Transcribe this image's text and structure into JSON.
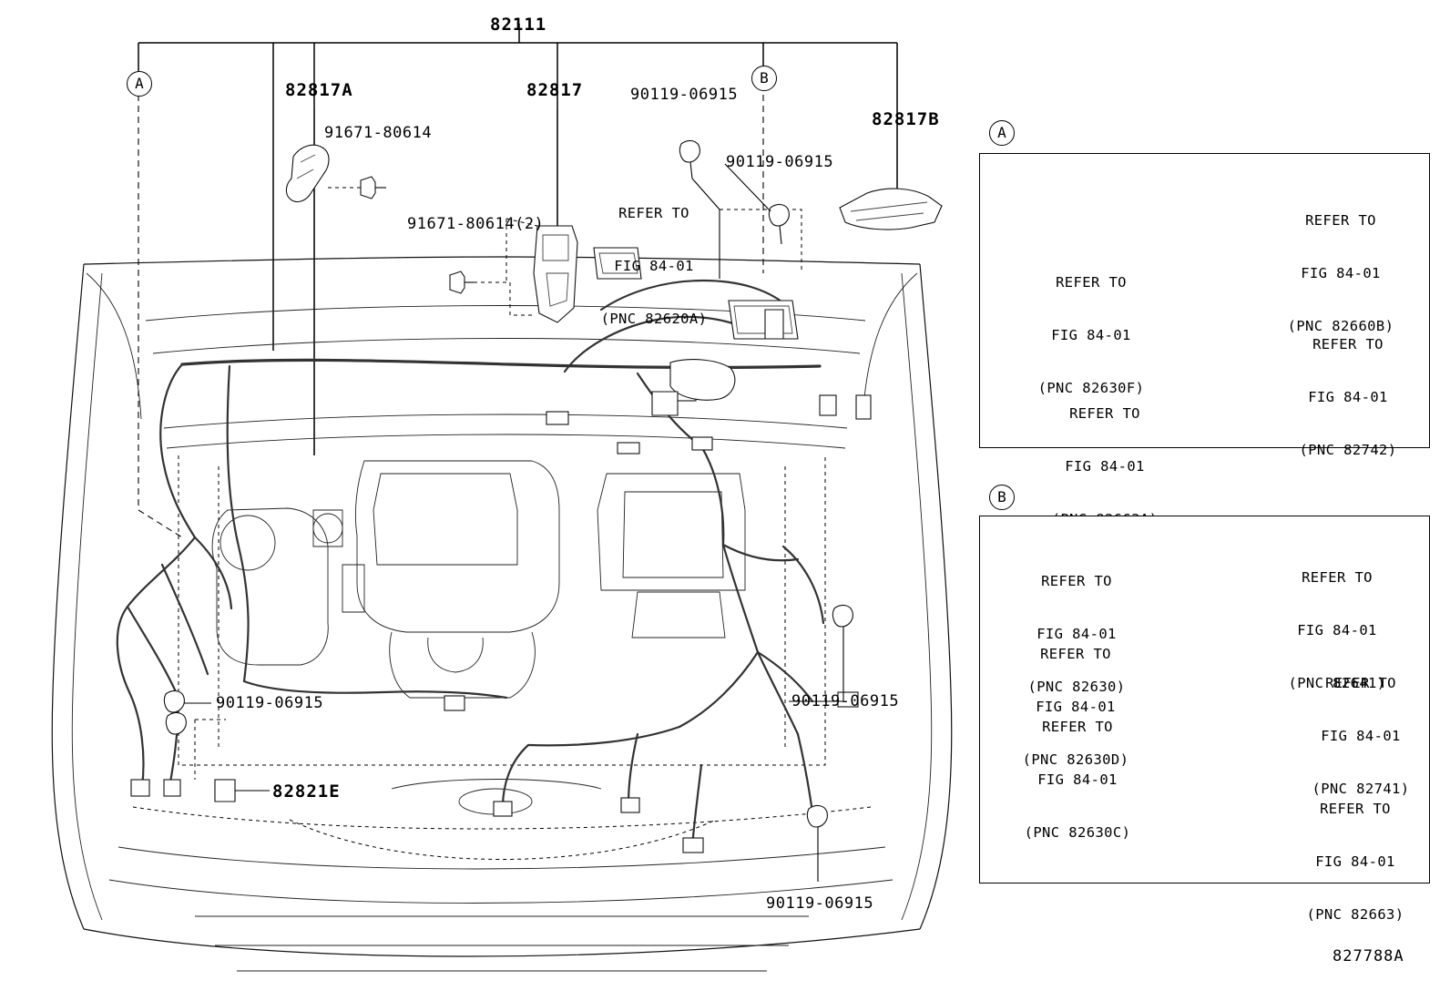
{
  "diagram": {
    "figure_code": "827788A",
    "main_label": "82111",
    "callouts": [
      {
        "id": "c1",
        "text": "82817A"
      },
      {
        "id": "c2",
        "text": "82817"
      },
      {
        "id": "c3",
        "text": "82817B"
      },
      {
        "id": "c4",
        "text": "82821E"
      },
      {
        "id": "c5",
        "text": "91671-80614"
      },
      {
        "id": "c6",
        "text": "91671-80614(2)"
      },
      {
        "id": "c7",
        "text": "90119-06915"
      },
      {
        "id": "c8",
        "text": "90119-06915"
      },
      {
        "id": "c9",
        "text": "90119-06915"
      },
      {
        "id": "c10",
        "text": "90119-06915"
      },
      {
        "id": "c11",
        "text": "90119-06915"
      }
    ],
    "main_refer": {
      "line1": "REFER TO",
      "line2": "FIG 84-01",
      "line3": "(PNC 82620A)"
    },
    "markers": {
      "a": "A",
      "b": "B"
    },
    "panel_a": {
      "marker": "A",
      "items": [
        {
          "line1": "REFER TO",
          "line2": "FIG 84-01",
          "line3": "(PNC 82660B)"
        },
        {
          "line1": "REFER TO",
          "line2": "FIG 84-01",
          "line3": "(PNC 82630F)"
        },
        {
          "line1": "REFER TO",
          "line2": "FIG 84-01",
          "line3": "(PNC 82742)"
        },
        {
          "line1": "REFER TO",
          "line2": "FIG 84-01",
          "line3": "(PNC 82663A)"
        }
      ]
    },
    "panel_b": {
      "marker": "B",
      "items": [
        {
          "line1": "REFER TO",
          "line2": "FIG 84-01",
          "line3": "(PNC 82630)"
        },
        {
          "line1": "REFER TO",
          "line2": "FIG 84-01",
          "line3": "(PNC 82641)"
        },
        {
          "line1": "REFER TO",
          "line2": "FIG 84-01",
          "line3": "(PNC 82630D)"
        },
        {
          "line1": "REFER TO",
          "line2": "FIG 84-01",
          "line3": "(PNC 82741)"
        },
        {
          "line1": "REFER TO",
          "line2": "FIG 84-01",
          "line3": "(PNC 82630C)"
        },
        {
          "line1": "REFER TO",
          "line2": "FIG 84-01",
          "line3": "(PNC 82663)"
        }
      ]
    }
  }
}
